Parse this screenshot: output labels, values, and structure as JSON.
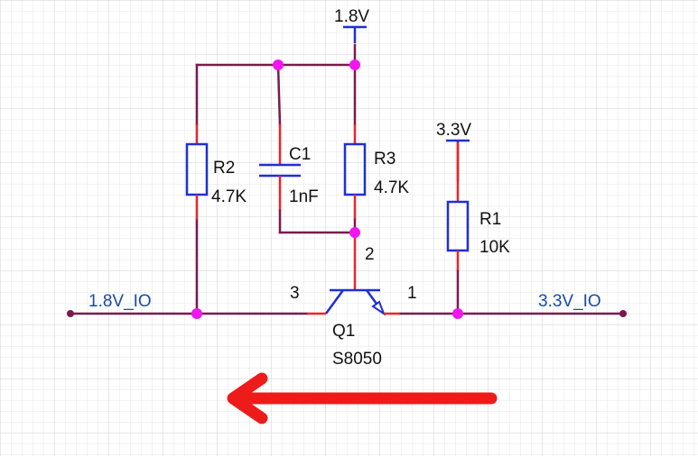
{
  "colors": {
    "wire": "#7b1a4a",
    "pin": "#e8262b",
    "component": "#1e2fd6",
    "junction": "#f016f0",
    "net_label": "#1a4aa8",
    "arrow": "#ee1b1b",
    "grid": "#dcdcdc"
  },
  "power_ports": {
    "top": "1.8V",
    "r1": "3.3V"
  },
  "nets": {
    "left": "1.8V_IO",
    "right": "3.3V_IO"
  },
  "components": {
    "r2": {
      "ref": "R2",
      "value": "4.7K"
    },
    "c1": {
      "ref": "C1",
      "value": "1nF"
    },
    "r3": {
      "ref": "R3",
      "value": "4.7K"
    },
    "r1": {
      "ref": "R1",
      "value": "10K"
    },
    "q1": {
      "ref": "Q1",
      "value": "S8050",
      "pins": {
        "base": "2",
        "collector": "3",
        "emitter": "1"
      }
    }
  },
  "annotation": {
    "arrow_direction": "left",
    "arrow_icon": "left-arrow-icon"
  }
}
